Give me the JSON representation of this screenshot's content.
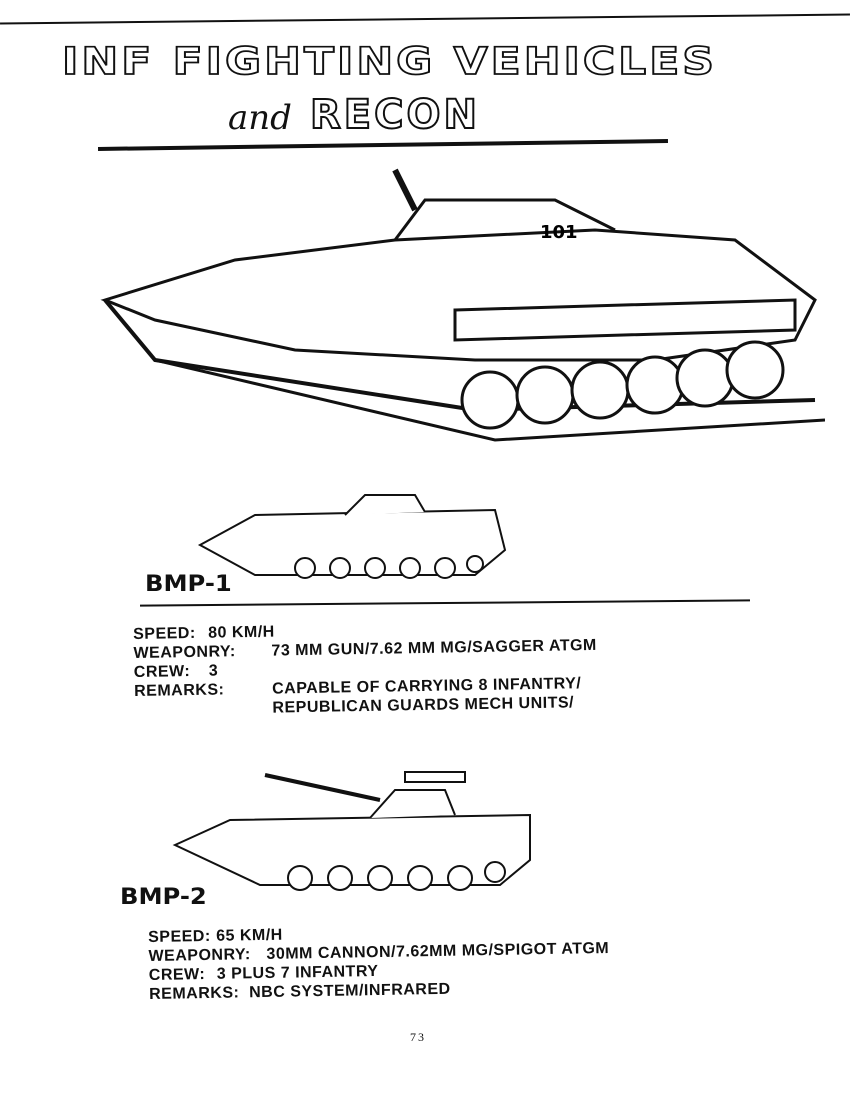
{
  "header": {
    "title_line1": "INF FIGHTING VEHICLES",
    "title_and": "and",
    "title_line2": "RECON"
  },
  "vehicles": [
    {
      "name": "BMP-1",
      "specs": [
        {
          "key": "SPEED:",
          "value": "80 KM/H"
        },
        {
          "key": "WEAPONRY:",
          "value": "73 MM GUN/7.62 MM MG/SAGGER ATGM"
        },
        {
          "key": "CREW:",
          "value": "3"
        },
        {
          "key": "REMARKS:",
          "value": "CAPABLE OF CARRYING 8 INFANTRY/",
          "value2": "REPUBLICAN GUARDS MECH UNITS/"
        }
      ]
    },
    {
      "name": "BMP-2",
      "specs": [
        {
          "key": "SPEED:",
          "value": "65 KM/H"
        },
        {
          "key": "WEAPONRY:",
          "value": "30MM CANNON/7.62MM MG/SPIGOT ATGM"
        },
        {
          "key": "CREW:",
          "value": "3 PLUS 7 INFANTRY"
        },
        {
          "key": "REMARKS:",
          "value": "NBC SYSTEM/INFRARED"
        }
      ]
    }
  ],
  "main_illustration": {
    "hull_number": "101"
  },
  "footer": {
    "page_number": "73"
  }
}
